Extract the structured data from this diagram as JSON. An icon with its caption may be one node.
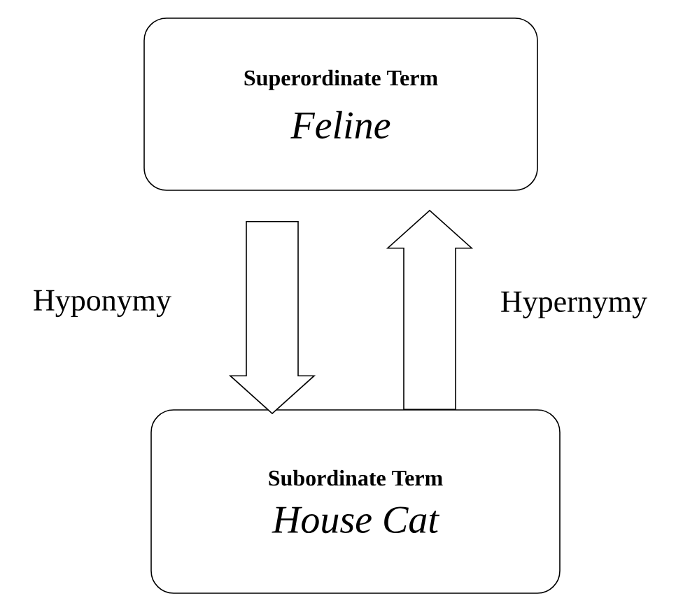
{
  "diagram": {
    "nodes": [
      {
        "text": [
          "Superordinate Term",
          "Feline"
        ]
      },
      {
        "text": [
          "Subordinate Term",
          "House Cat"
        ]
      }
    ],
    "edges": [
      {
        "from": 0,
        "to": 1,
        "arrow": "to",
        "label": "Hyponymy"
      },
      {
        "from": 1,
        "to": 0,
        "arrow": "to",
        "label": "Hypernymy"
      }
    ]
  }
}
